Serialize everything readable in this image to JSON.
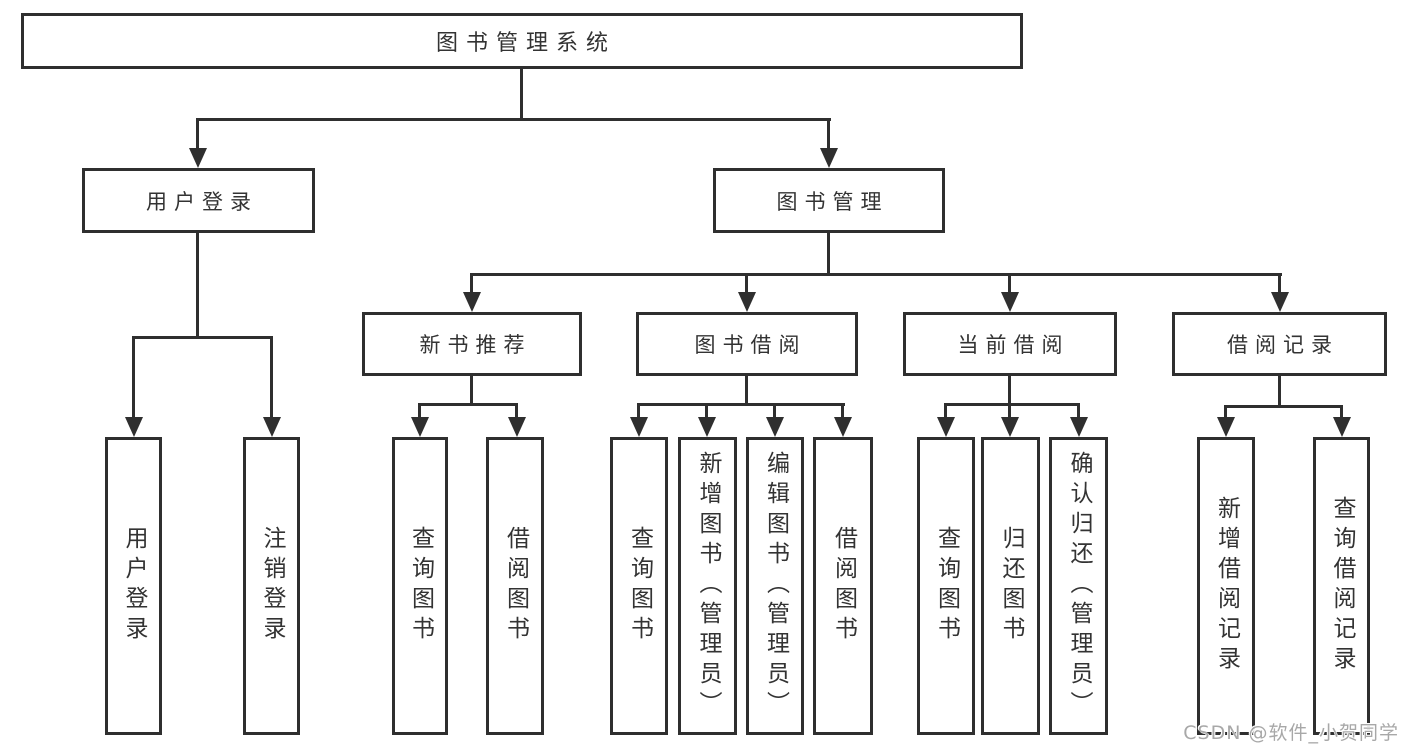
{
  "tree": {
    "label": "图书管理系统",
    "children": [
      {
        "label": "用户登录",
        "children": [
          {
            "label": "用户登录"
          },
          {
            "label": "注销登录"
          }
        ]
      },
      {
        "label": "图书管理",
        "children": [
          {
            "label": "新书推荐",
            "children": [
              {
                "label": "查询图书"
              },
              {
                "label": "借阅图书"
              }
            ]
          },
          {
            "label": "图书借阅",
            "children": [
              {
                "label": "查询图书"
              },
              {
                "label": "新增图书（管理员）"
              },
              {
                "label": "编辑图书（管理员）"
              },
              {
                "label": "借阅图书"
              }
            ]
          },
          {
            "label": "当前借阅",
            "children": [
              {
                "label": "查询图书"
              },
              {
                "label": "归还图书"
              },
              {
                "label": "确认归还（管理员）"
              }
            ]
          },
          {
            "label": "借阅记录",
            "children": [
              {
                "label": "新增借阅记录"
              },
              {
                "label": "查询借阅记录"
              }
            ]
          }
        ]
      }
    ]
  },
  "watermark": {
    "text": "CSDN @软件_小贺同学"
  },
  "colors": {
    "line": "#2f2f2f",
    "text": "#333333",
    "background": "#ffffff",
    "watermark": "#a8a8a8"
  }
}
